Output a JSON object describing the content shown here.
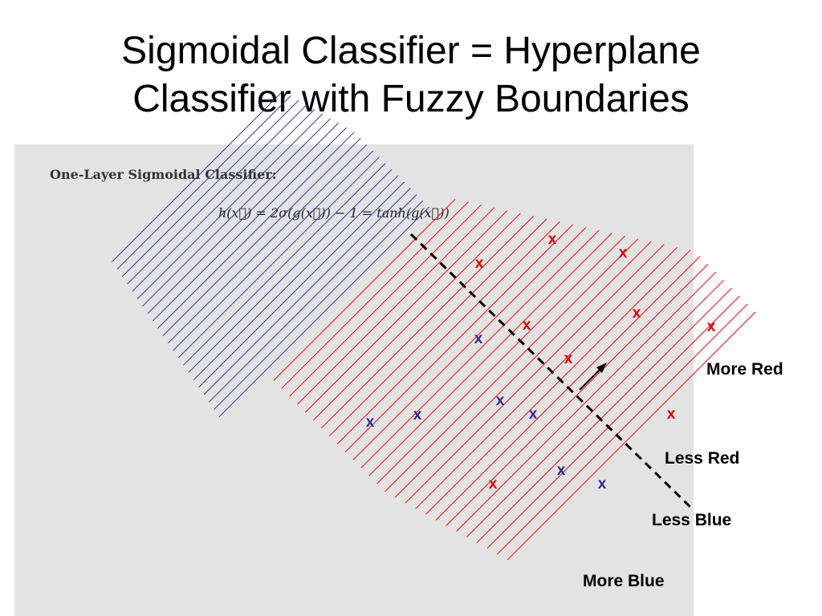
{
  "slide": {
    "title_line1": "Sigmoidal Classifier = Hyperplane",
    "title_line2": "Classifier with Fuzzy Boundaries"
  },
  "panel": {
    "heading": "One-Layer Sigmoidal Classifier:",
    "formula": "h(x⃗) = 2σ(g(x⃗)) − 1 = tanh(g(x⃗))"
  },
  "labels": {
    "more_red": "More Red",
    "less_red": "Less Red",
    "less_blue": "Less Blue",
    "more_blue": "More Blue"
  },
  "points": {
    "marker": "x",
    "red_color": "#e00000",
    "blue_color": "#2a2a9a"
  },
  "colors": {
    "red_stripes": "#ff0000",
    "blue_stripes": "#3333aa",
    "boundary": "#000000",
    "panel_bg": "#e3e3e3"
  }
}
